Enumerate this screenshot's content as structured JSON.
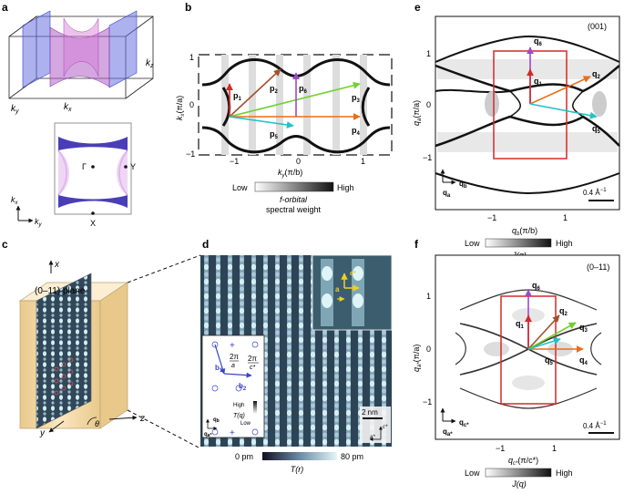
{
  "panels": {
    "a": {
      "letter": "a",
      "kz": "k",
      "kz_sub": "z",
      "ky": "k",
      "ky_sub": "y",
      "kx": "k",
      "kx_sub": "x",
      "gamma": "Γ",
      "Y": "Y",
      "X": "X",
      "ax_kx": "k",
      "ax_kx_sub": "x",
      "ax_ky": "k",
      "ax_ky_sub": "y"
    },
    "b": {
      "letter": "b",
      "ylabel_k": "k",
      "ylabel_sub": "x",
      "ylabel_unit": "(π/a)",
      "xlabel_k": "k",
      "xlabel_sub": "y",
      "xlabel_unit": "(π/b)",
      "yticks": [
        "1",
        "0",
        "−1"
      ],
      "xticks": [
        "−1",
        "0",
        "1"
      ],
      "vectors": [
        "p",
        "p",
        "p",
        "p",
        "p",
        "p"
      ],
      "vector_subs": [
        "1",
        "2",
        "6",
        "3",
        "4",
        "5"
      ],
      "cbar_low": "Low",
      "cbar_high": "High",
      "cbar_title1": "f-orbital",
      "cbar_title2": "spectral weight"
    },
    "c": {
      "letter": "c",
      "plane": "(0–11) plane",
      "axis_x": "x",
      "axis_y": "y",
      "axis_z": "z",
      "theta": "θ"
    },
    "d": {
      "letter": "d",
      "cbar_min": "0 pm",
      "cbar_max": "80 pm",
      "cbar_label": "T(r)",
      "inset_a": "a",
      "inset_c": "c*",
      "inset_b1": "b",
      "inset_b1_sub": "1",
      "inset_b2": "b",
      "inset_b2_sub": "2",
      "frac1_num": "2π",
      "frac1_den": "a",
      "frac2_num": "2π",
      "frac2_den": "c*",
      "tq": "T(q)",
      "tq_high": "High",
      "tq_low": "Low",
      "qb": "q",
      "qb_sub": "b",
      "qa": "q",
      "qa_sub": "a*",
      "scale": "2 nm",
      "axis_c": "c*",
      "axis_a": "a*"
    },
    "e": {
      "letter": "e",
      "tag": "(001)",
      "ylabel": "q",
      "ylabel_sub": "a",
      "ylabel_unit": "(π/a)",
      "xlabel": "q",
      "xlabel_sub": "b",
      "xlabel_unit": "(π/b)",
      "yticks": [
        "1",
        "0",
        "−1"
      ],
      "xticks": [
        "−1",
        "1"
      ],
      "vectors": [
        "q",
        "q",
        "q",
        "q"
      ],
      "vector_subs": [
        "6",
        "1",
        "2",
        "5"
      ],
      "axis_b": "q",
      "axis_b_sub": "b",
      "axis_a": "q",
      "axis_a_sub": "a",
      "scale": "0.4 Å",
      "scale_exp": "−1",
      "cbar_low": "Low",
      "cbar_high": "High",
      "cbar_label": "J(q)"
    },
    "f": {
      "letter": "f",
      "tag": "(0–11)",
      "ylabel": "q",
      "ylabel_sub": "a*",
      "ylabel_unit": "(π/a)",
      "xlabel": "q",
      "xlabel_sub": "c*",
      "xlabel_unit": "(π/c*)",
      "yticks": [
        "1",
        "0",
        "−1"
      ],
      "xticks": [
        "−1",
        "1"
      ],
      "vectors": [
        "q",
        "q",
        "q",
        "q",
        "q",
        "q"
      ],
      "vector_subs": [
        "6",
        "2",
        "1",
        "3",
        "4",
        "5"
      ],
      "axis_b": "q",
      "axis_b_sub": "c*",
      "axis_a": "q",
      "axis_a_sub": "a*",
      "scale": "0.4 Å",
      "scale_exp": "−1",
      "cbar_low": "Low",
      "cbar_high": "High",
      "cbar_label": "J(q)"
    }
  },
  "colors": {
    "red": "#d62828",
    "orange": "#e86f1a",
    "brown": "#a0522d",
    "green": "#6fd12f",
    "cyan": "#22c2c8",
    "purple": "#a048c8",
    "blue": "#3a44c8",
    "pink": "#d070d8",
    "sand": "#f3d7a3"
  }
}
